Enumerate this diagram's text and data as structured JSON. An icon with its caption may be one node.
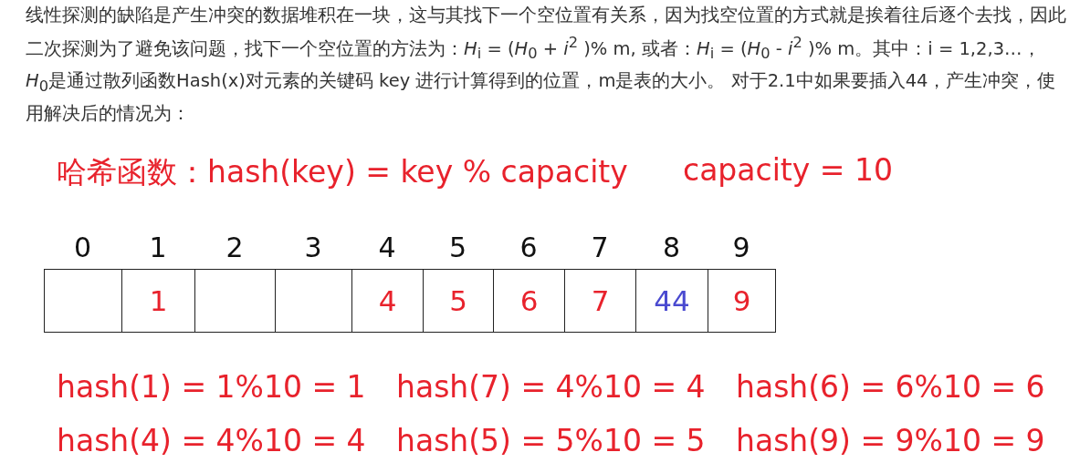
{
  "diagram": {
    "labels": [
      "线性探测的缺陷是产生冲突的数据堆积在一块，这与其找下一个空位置有关系，因为找空位置的方式就是挨着往后逐个去找，因此二次探测为了避免该问题，找下一个空位置的方法为：*H*$_{i}$ = (*H*$_{0}$ + *i*$^{2}$ )% m, 或者：*H*$_{i}$ = (*H*$_{0}$ - *i*$^{2}$ )% m。其中：i = 1,2,3…， *H*$_{0}$是通过散列函数Hash(x)对元素的关键码 key 进行计算得到的位置，m是表的大小。 对于2.1中如果要插入44，产生冲突，使用解决后的情况为：",
      "哈希函数：hash(key) = key % capacity",
      "capacity = 10",
      "0",
      "1",
      "2",
      "3",
      "4",
      "5",
      "6",
      "7",
      "8",
      "9",
      "1",
      "4",
      "5",
      "6",
      "7",
      "44",
      "9",
      "hash(1) = 1%10 = 1",
      "hash(7) = 4%10 = 4",
      "hash(6) = 6%10 = 6",
      "hash(4) = 4%10 = 4",
      "hash(5) = 5%10 = 5",
      "hash(9) = 9%10 = 9"
    ]
  }
}
